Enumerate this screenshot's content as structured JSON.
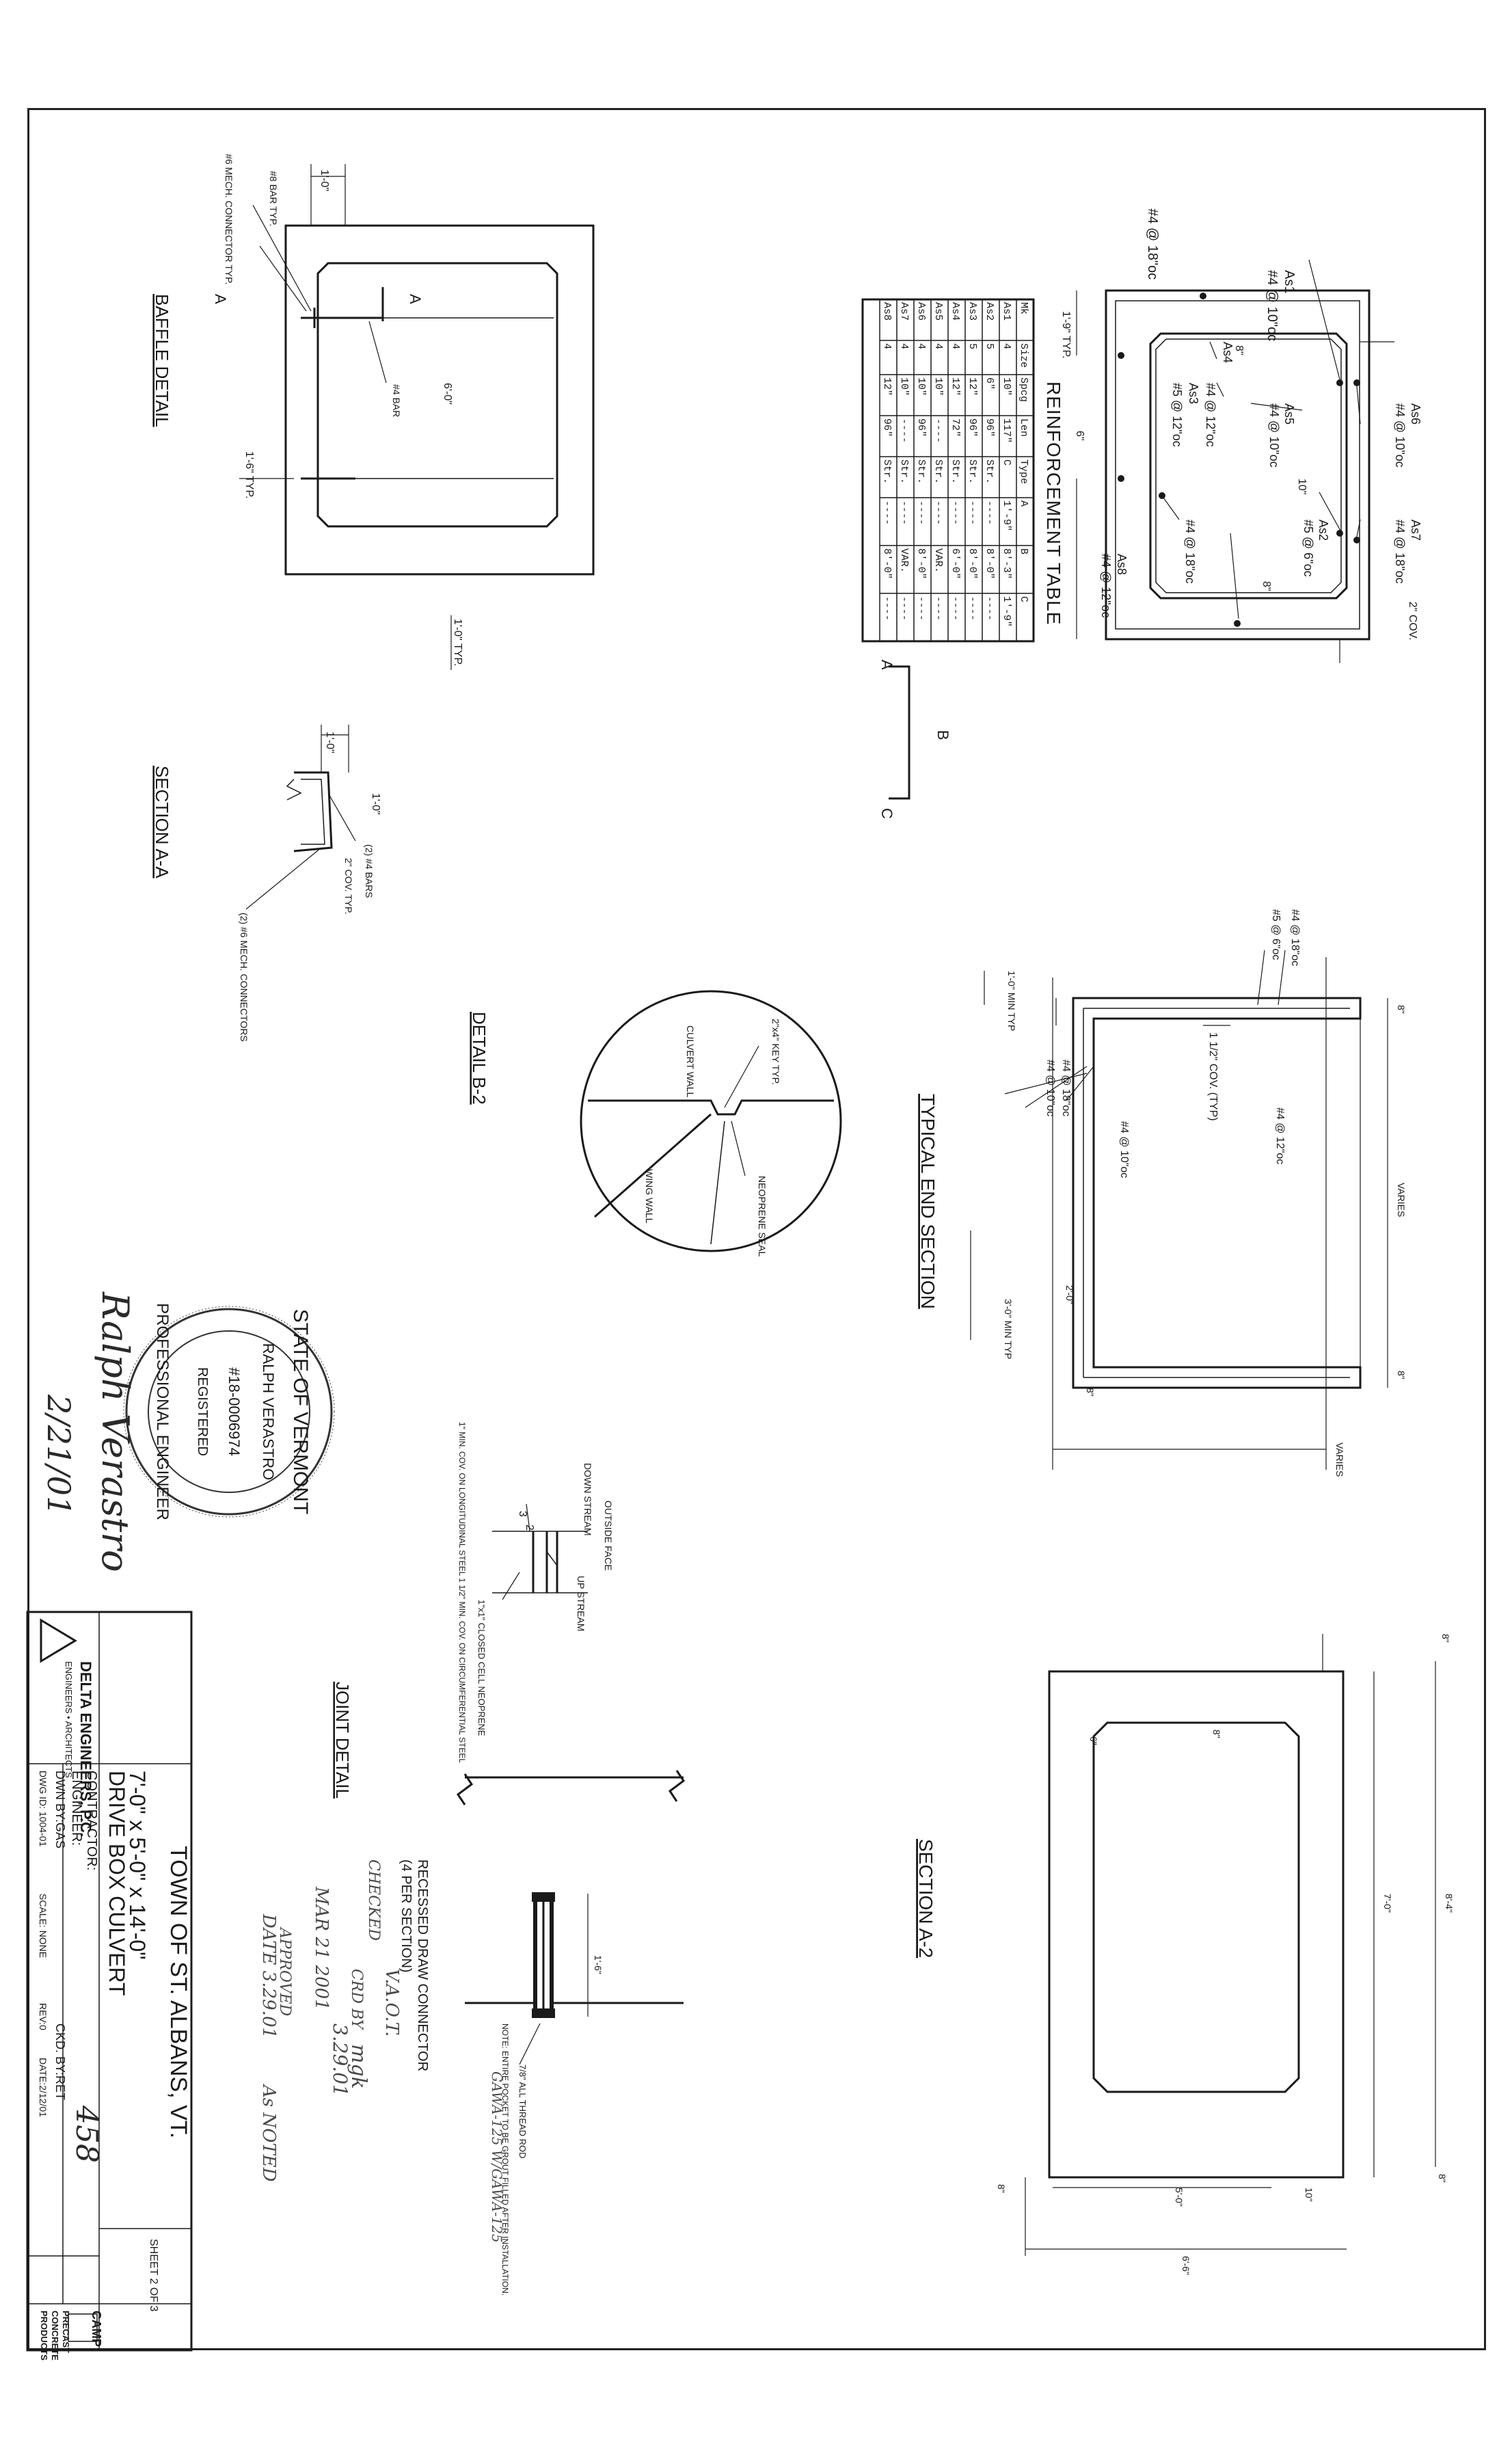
{
  "reinforcement_table": {
    "title": "REINFORCEMENT TABLE",
    "headers": [
      "Mk",
      "Size",
      "Spcg",
      "Len",
      "Type",
      "A",
      "B",
      "C"
    ],
    "rows": [
      [
        "As1",
        "4",
        "10\"",
        "117\"",
        "C",
        "1'-9\"",
        "8'-3\"",
        "1'-9\""
      ],
      [
        "As2",
        "5",
        "6\"",
        "96\"",
        "Str.",
        "----",
        "8'-0\"",
        "----"
      ],
      [
        "As3",
        "5",
        "12\"",
        "96\"",
        "Str.",
        "----",
        "8'-0\"",
        "----"
      ],
      [
        "As4",
        "4",
        "12\"",
        "72\"",
        "Str.",
        "----",
        "6'-0\"",
        "----"
      ],
      [
        "As5",
        "4",
        "10\"",
        "----",
        "Str.",
        "----",
        "VAR.",
        "----"
      ],
      [
        "As6",
        "4",
        "10\"",
        "96\"",
        "Str.",
        "----",
        "8'-0\"",
        "----"
      ],
      [
        "As7",
        "4",
        "10\"",
        "----",
        "Str.",
        "----",
        "VAR.",
        "----"
      ],
      [
        "As8",
        "4",
        "12\"",
        "96\"",
        "Str.",
        "----",
        "8'-0\"",
        "----"
      ]
    ],
    "shape_labels": [
      "A",
      "B",
      "C"
    ]
  },
  "cross_section": {
    "bar_labels": [
      "As1",
      "As2",
      "As3",
      "As4",
      "As5",
      "As6",
      "As7",
      "As8"
    ],
    "callouts": [
      "#4 @ 10\"oc",
      "#4 @ 18\"oc",
      "#4 @ 12\"oc",
      "#5 @ 12\"oc",
      "#4 @ 10\"oc",
      "#4 @ 10\"oc",
      "#4 @ 18\"oc",
      "#5 @ 6\"oc",
      "#4 @ 12\"oc"
    ],
    "dims": [
      "1'-9\" TYP.",
      "8\"",
      "6\"",
      "10\"",
      "8\"",
      "2\" COV."
    ]
  },
  "baffle": {
    "title": "BAFFLE DETAIL",
    "labels": [
      "#6 MECH. CONNECTOR TYP.",
      "#8 BAR TYP.",
      "#4 BAR",
      "A",
      "A"
    ],
    "dims": [
      "1'-0\"",
      "6'-0\"",
      "1'-6\" TYP.",
      "1'-0\" TYP."
    ]
  },
  "section_aa": {
    "title": "SECTION A-A",
    "labels": [
      "(2) #4 BARS",
      "2\" COV. TYP.",
      "(2) #6 MECH. CONNECTORS"
    ],
    "dims": [
      "1'-0\"",
      "1'-0\""
    ]
  },
  "end_section": {
    "title": "TYPICAL END SECTION",
    "labels": [
      "#4 @ 18\"oc",
      "#5 @ 6\"oc",
      "#4 @ 12\"oc",
      "1 1/2\" COV. (TYP)",
      "#4 @ 10\"oc",
      "#4 @ 18\"oc",
      "#4 @ 10\"oc"
    ],
    "dims": [
      "8\"",
      "VARIES",
      "8\"",
      "1'-0\" MIN TYP",
      "2'-0\"",
      "3'-0\" MIN TYP",
      "8\"",
      "VARIES"
    ]
  },
  "detail_b2": {
    "title": "DETAIL B-2",
    "labels": [
      "2\"x4\" KEY TYP.",
      "CULVERT WALL",
      "NEOPRENE SEAL",
      "WING WALL"
    ]
  },
  "section_a2": {
    "title": "SECTION A-2",
    "dims": [
      "8\"",
      "8\"",
      "6\"",
      "7'-0\"",
      "8'-4\"",
      "8\"",
      "5'-0\"",
      "10\"",
      "6'-6\"",
      "8\""
    ]
  },
  "joint": {
    "title": "JOINT DETAIL",
    "labels": [
      "OUTSIDE FACE",
      "DOWN STREAM",
      "UP STREAM",
      "1\" MIN. COV. ON LONGITUDINAL STEEL 1 1/2\" MIN. COV. ON CIRCUMFERENTIAL STEEL",
      "1\"x1\" CLOSED CELL NEOPRENE",
      "3",
      "2"
    ]
  },
  "connector": {
    "labels": [
      "7/8\" ALL THREAD ROD",
      "NOTE: ENTIRE POCKET TO BE GROUT FILLED AFTER INSTALLATION.",
      "RECESSED DRAW CONNECTOR",
      "(4 PER SECTION)"
    ],
    "dims": [
      "1'-6\""
    ]
  },
  "seal": {
    "lines": [
      "STATE OF VERMONT",
      "RALPH VERASTRO",
      "#18-0006974",
      "REGISTERED",
      "PROFESSIONAL ENGINEER"
    ]
  },
  "handwriting": {
    "signature": "Ralph Verastro",
    "date": "2/21/01",
    "notes": [
      "V.A.O.T.",
      "CHECKED",
      "CRD BY",
      "mgk",
      "3.29.01",
      "MAR 21 2001",
      "APPROVED",
      "DATE 3.29.01",
      "As NOTED",
      "GAWA-125 W/GAWA-125"
    ]
  },
  "title_block": {
    "company_name": "DELTA ENGINEERS, P.C.",
    "company_sub": "ENGINEERS • ARCHITECTS",
    "project_title": "TOWN OF ST. ALBANS, VT.",
    "culvert_size": "7'-0\" x 5'-0\" x 14'-0\"",
    "culvert_type": "DRIVE BOX CULVERT",
    "contractor_label": "CONTRACTOR:",
    "engineer_label": "ENGINEER:",
    "drawn_by": "DWN BY:GAS",
    "checked_by": "CKD. BY:RET",
    "dwg_id": "DWG ID: 1004-01",
    "scale": "SCALE: NONE",
    "rev": "REV:0",
    "date": "DATE:2/12/01",
    "sheet": "SHEET 2 OF 3",
    "job_number": "458",
    "vendor_logo": "CAMP",
    "vendor_line1": "PRECAST",
    "vendor_line2": "CONCRETE",
    "vendor_line3": "PRODUCTS"
  }
}
